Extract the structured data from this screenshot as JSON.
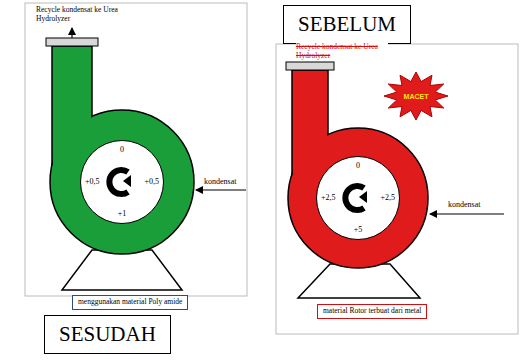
{
  "diagram": {
    "nodes": [
      {
        "text": [
          "0",
          "+0,5",
          "+0,5",
          "+1"
        ]
      },
      {
        "text": [
          "menggunakan material Poly amide"
        ]
      },
      {
        "text": [
          "SESUDAH"
        ]
      },
      {
        "text": [
          "SEBELUM"
        ]
      },
      {
        "text": [
          "MACET"
        ]
      },
      {
        "text": [
          "0",
          "+2,5",
          "+2,5",
          "+5"
        ]
      },
      {
        "text": [
          "material Rotor terbuat dari metal"
        ]
      }
    ],
    "labels": [
      "Recycle kondensat ke Urea Hydrolyzer",
      "kondensat",
      "Recycle kondensat ke Urea Hydrolyzer",
      "kondensat"
    ]
  }
}
